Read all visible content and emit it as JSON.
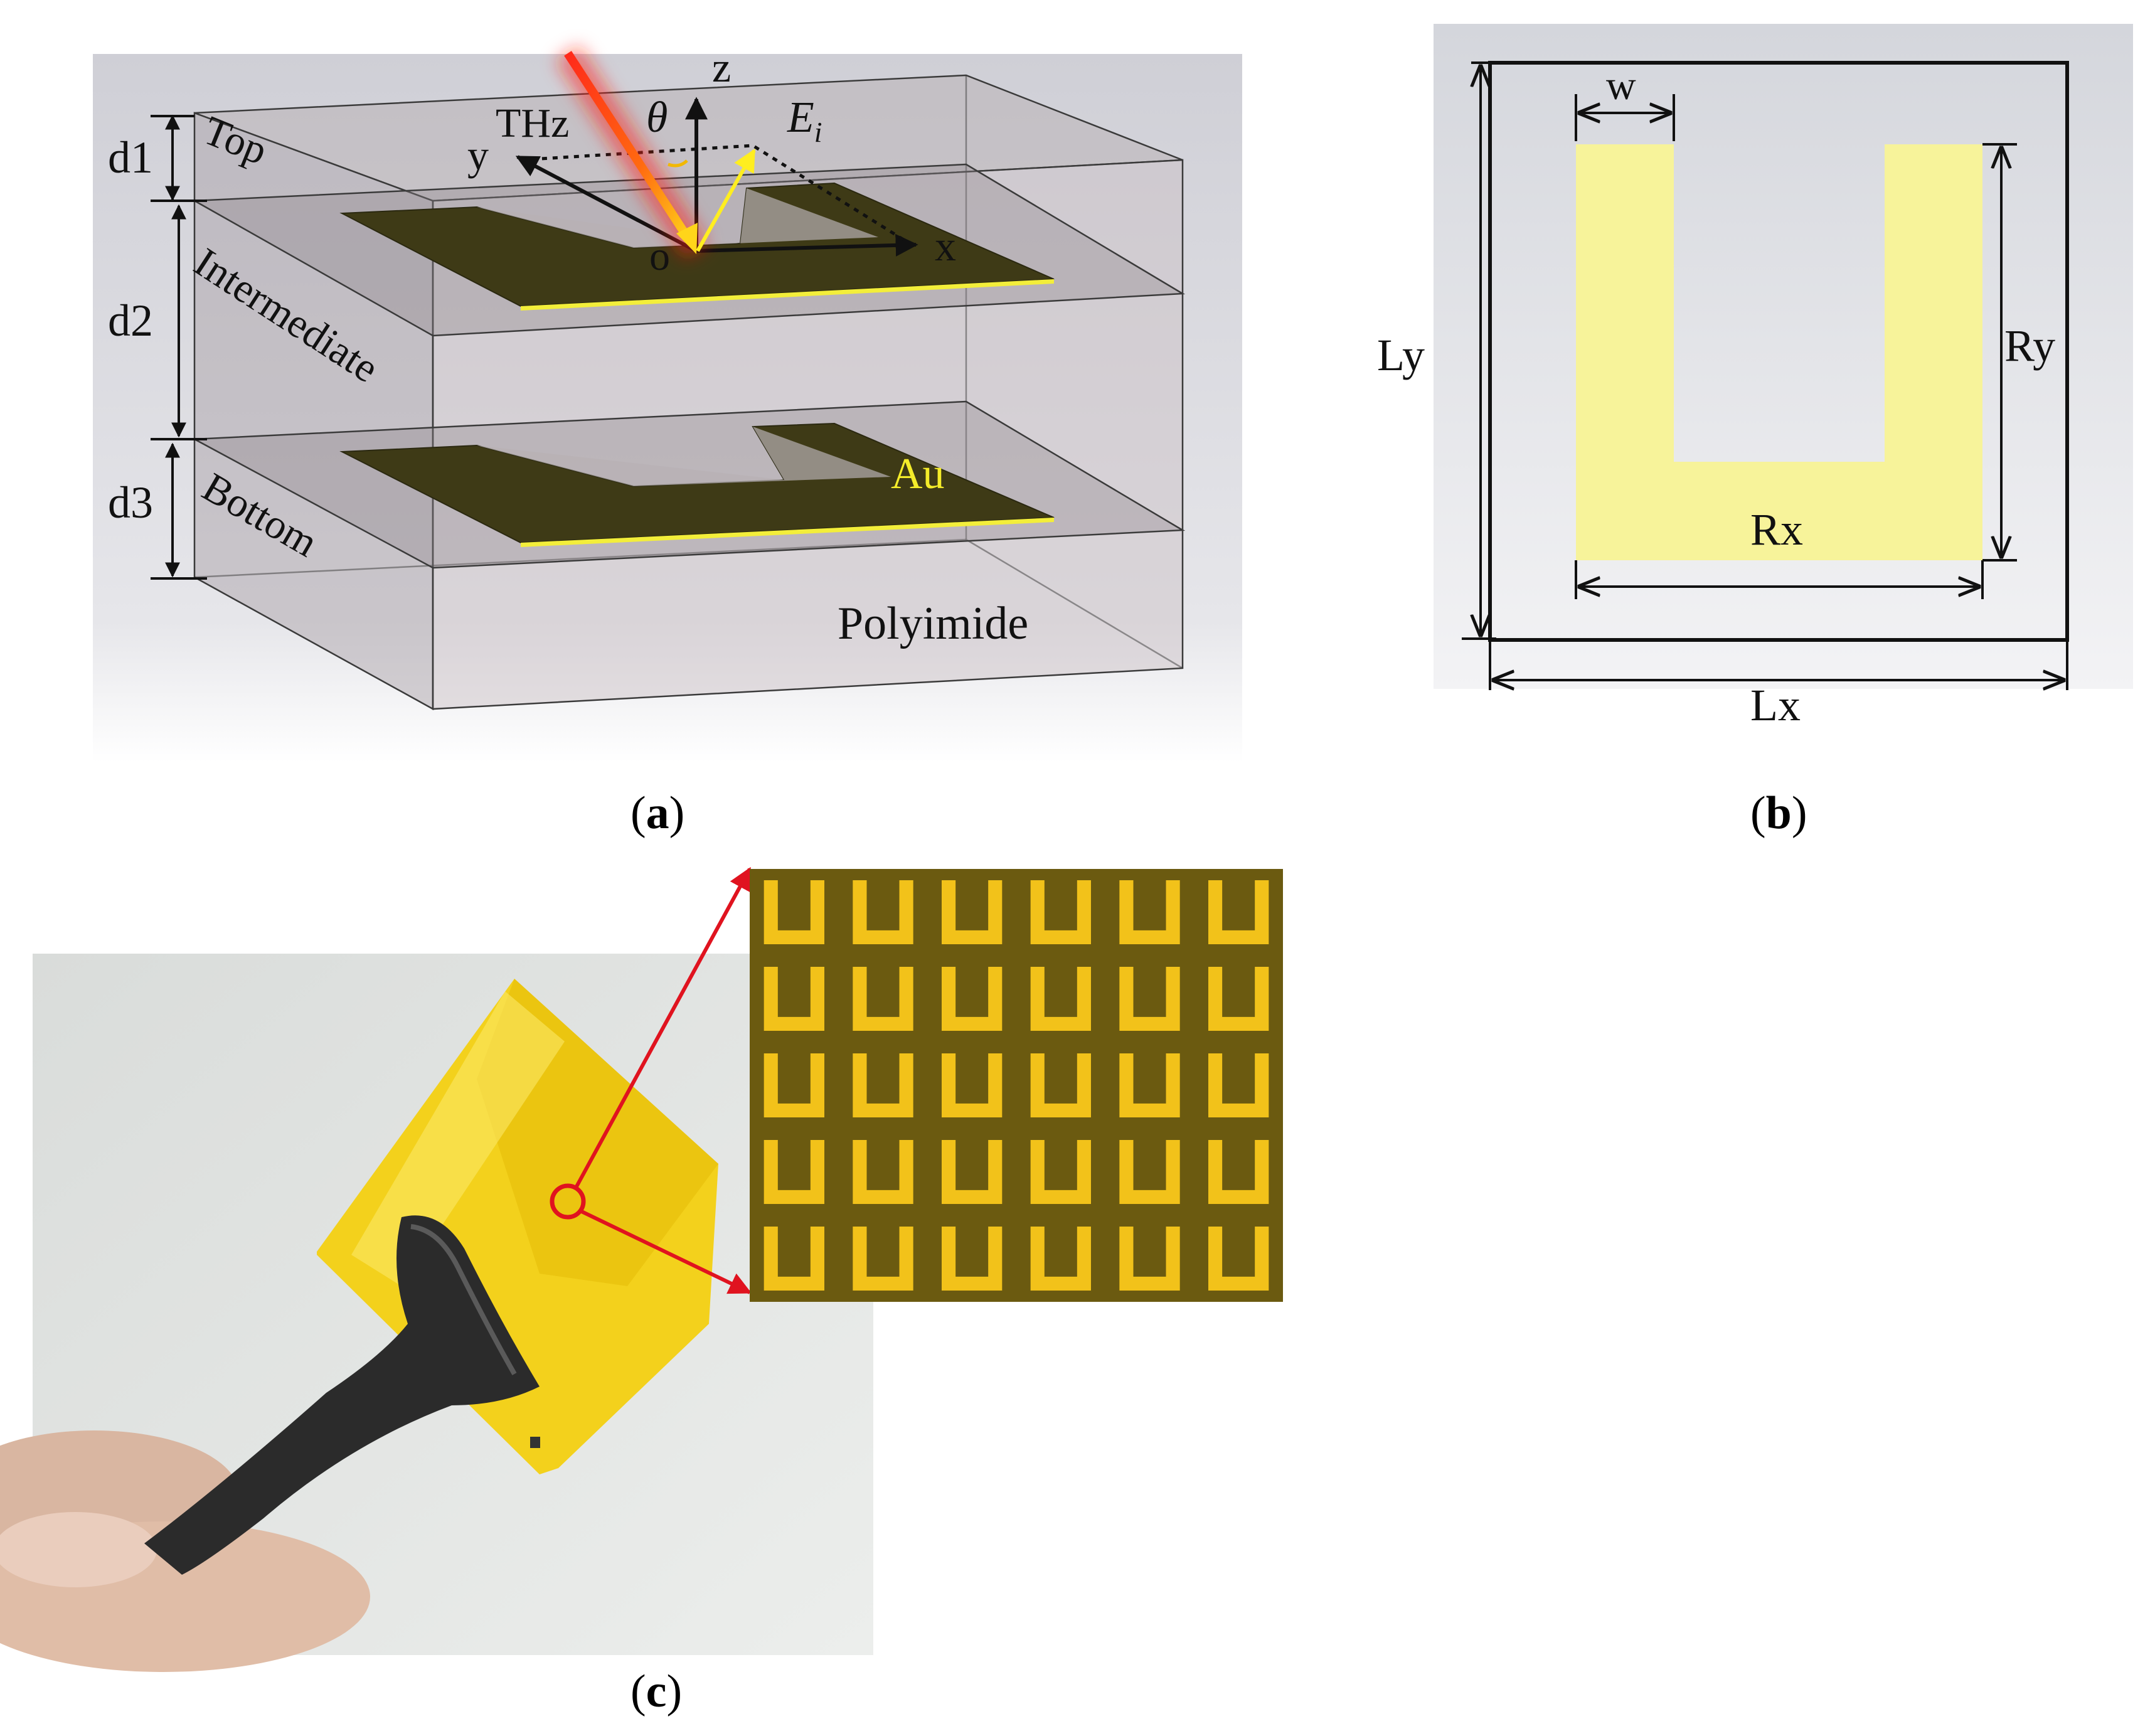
{
  "panel_a": {
    "d1": "d1",
    "d2": "d2",
    "d3": "d3",
    "top": "Top",
    "intermediate": "Intermediate",
    "bottom": "Bottom",
    "au": "Au",
    "polyimide": "Polyimide",
    "thz": "THz",
    "theta": "θ",
    "e": "E",
    "e_sub": "i",
    "axis_x": "x",
    "axis_y": "y",
    "axis_z": "z",
    "origin": "o",
    "caption_open": "(",
    "caption_letter": "a",
    "caption_close": ")"
  },
  "panel_b": {
    "w": "w",
    "ly": "Ly",
    "ry": "Ry",
    "rx": "Rx",
    "lx": "Lx",
    "caption_open": "(",
    "caption_letter": "b",
    "caption_close": ")"
  },
  "panel_c": {
    "caption_open": "(",
    "caption_letter": "c",
    "caption_close": ")",
    "array_rows": 5,
    "array_cols": 6
  },
  "colors": {
    "gold": "#f7f39a",
    "au_dark": "#4e4a1a",
    "film_yellow": "#f3d11c",
    "micro_bg": "#6b5a10",
    "micro_u": "#f2c21a",
    "arrow_red": "#e0131f"
  }
}
